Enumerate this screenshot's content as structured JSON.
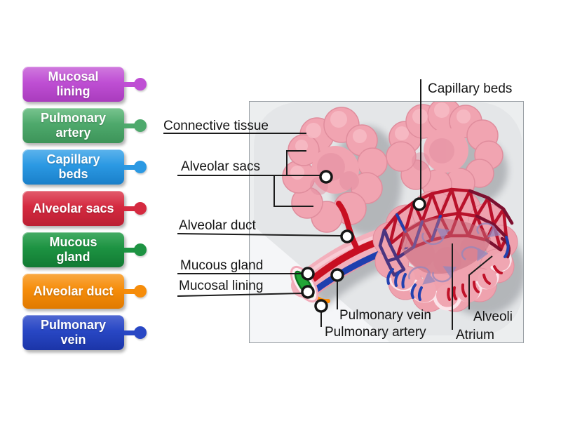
{
  "activity": {
    "type": "labelled-diagram",
    "subject": "Alveoli / bronchiole anatomy"
  },
  "bank": {
    "items": [
      {
        "label": "Mucosal\nlining",
        "color": "#bf4fd4",
        "light": "#d07ade",
        "dark": "#a93cbd"
      },
      {
        "label": "Pulmonary\nartery",
        "color": "#4ea96c",
        "light": "#79c48f",
        "dark": "#3d9459"
      },
      {
        "label": "Capillary\nbeds",
        "color": "#2b99e3",
        "light": "#5cb3ec",
        "dark": "#1a7fc9"
      },
      {
        "label": "Alveolar sacs",
        "color": "#d52a40",
        "light": "#e25b6c",
        "dark": "#bb1f33"
      },
      {
        "label": "Mucous\ngland",
        "color": "#1d9342",
        "light": "#44ab64",
        "dark": "#127a33"
      },
      {
        "label": "Alveolar duct",
        "color": "#f68d0b",
        "light": "#f9a943",
        "dark": "#e07a00"
      },
      {
        "label": "Pulmonary\nvein",
        "color": "#2847c4",
        "light": "#5068d2",
        "dark": "#1b35a8"
      }
    ]
  },
  "diagram": {
    "labels": {
      "capillary_beds": "Capillary beds",
      "connective_tissue": "Connective tissue",
      "alveolar_sacs": "Alveolar sacs",
      "alveolar_duct": "Alveolar duct",
      "mucous_gland": "Mucous gland",
      "mucosal_lining": "Mucosal lining",
      "pulmonary_vein": "Pulmonary vein",
      "pulmonary_artery": "Pulmonary artery",
      "alveoli": "Alveoli",
      "atrium": "Atrium"
    },
    "palette": {
      "alveoli_pink": "#f1a4b1",
      "artery_red": "#c80f22",
      "vein_blue": "#1f3fae",
      "mesh_dark_red": "#7c1030",
      "mesh_purple": "#4a3580",
      "gland_green": "#22a636",
      "orange_vessel": "#ff8a00",
      "leader_line": "#1b1b1b",
      "marker_fill": "#ffffff",
      "marker_ring": "#151515",
      "box_background": "#eceeef",
      "backdrop_gray": "#e4e6e8",
      "shadow_gray": "#aeb1b5"
    }
  }
}
